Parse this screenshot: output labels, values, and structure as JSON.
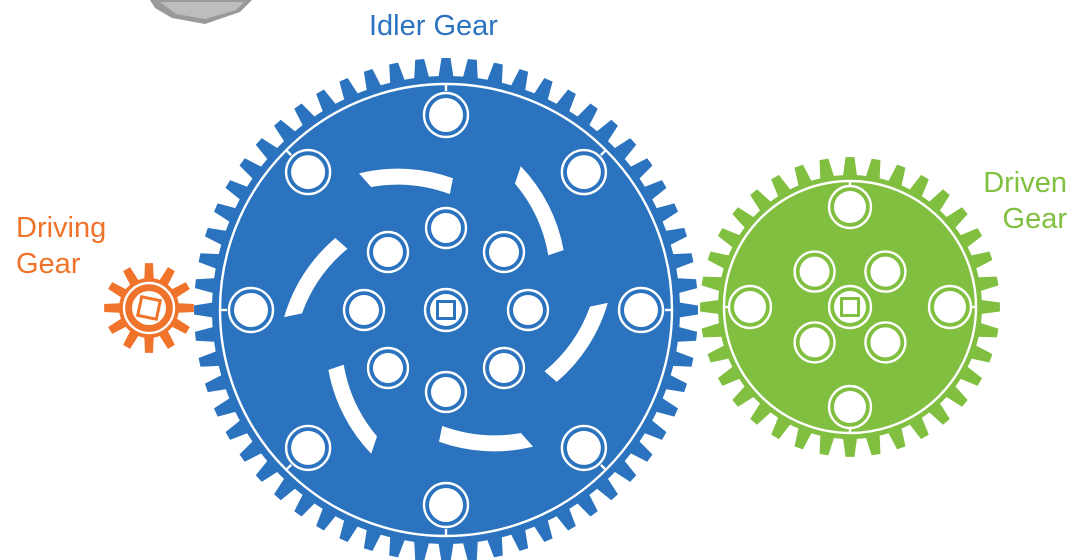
{
  "labels": {
    "idler": "Idler Gear",
    "driving_line1": "Driving",
    "driving_line2": "Gear",
    "driven_line1": "Driven",
    "driven_line2": "Gear"
  },
  "colors": {
    "idler": "#2b73be",
    "driving": "#f0732b",
    "driven": "#80bf3f",
    "motor": "#9a9a9a",
    "hole": "#ffffff"
  },
  "gears": {
    "driving": {
      "teeth": 12
    },
    "idler": {
      "teeth": 60
    },
    "driven": {
      "teeth": 36
    }
  }
}
